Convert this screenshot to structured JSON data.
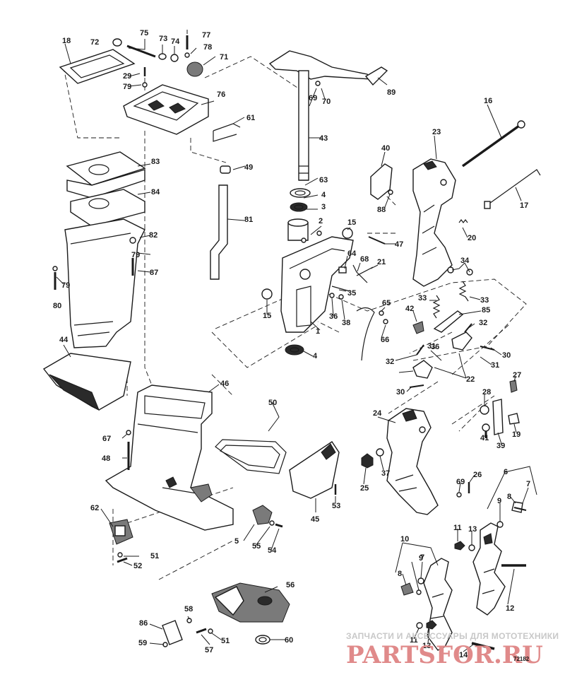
{
  "diagram": {
    "drawing_number": "72182",
    "watermark": {
      "line1": "ЗАПЧАСТИ И АКСЕССУАРЫ ДЛЯ МОТОТЕХНИКИ",
      "line2": "PARTSFOR.RU"
    },
    "callouts": [
      {
        "n": "1"
      },
      {
        "n": "2"
      },
      {
        "n": "3"
      },
      {
        "n": "4"
      },
      {
        "n": "4"
      },
      {
        "n": "5"
      },
      {
        "n": "6"
      },
      {
        "n": "7"
      },
      {
        "n": "7"
      },
      {
        "n": "8"
      },
      {
        "n": "8"
      },
      {
        "n": "9"
      },
      {
        "n": "9"
      },
      {
        "n": "10"
      },
      {
        "n": "11"
      },
      {
        "n": "11"
      },
      {
        "n": "12"
      },
      {
        "n": "13"
      },
      {
        "n": "13"
      },
      {
        "n": "14"
      },
      {
        "n": "15"
      },
      {
        "n": "15"
      },
      {
        "n": "16"
      },
      {
        "n": "17"
      },
      {
        "n": "18"
      },
      {
        "n": "19"
      },
      {
        "n": "20"
      },
      {
        "n": "21"
      },
      {
        "n": "22"
      },
      {
        "n": "23"
      },
      {
        "n": "24"
      },
      {
        "n": "25"
      },
      {
        "n": "26"
      },
      {
        "n": "27"
      },
      {
        "n": "28"
      },
      {
        "n": "29"
      },
      {
        "n": "30"
      },
      {
        "n": "30"
      },
      {
        "n": "31"
      },
      {
        "n": "31"
      },
      {
        "n": "32"
      },
      {
        "n": "32"
      },
      {
        "n": "33"
      },
      {
        "n": "33"
      },
      {
        "n": "34"
      },
      {
        "n": "35"
      },
      {
        "n": "36"
      },
      {
        "n": "36"
      },
      {
        "n": "37"
      },
      {
        "n": "38"
      },
      {
        "n": "39"
      },
      {
        "n": "40"
      },
      {
        "n": "41"
      },
      {
        "n": "42"
      },
      {
        "n": "43"
      },
      {
        "n": "44"
      },
      {
        "n": "45"
      },
      {
        "n": "46"
      },
      {
        "n": "47"
      },
      {
        "n": "48"
      },
      {
        "n": "49"
      },
      {
        "n": "50"
      },
      {
        "n": "51"
      },
      {
        "n": "51"
      },
      {
        "n": "52"
      },
      {
        "n": "53"
      },
      {
        "n": "54"
      },
      {
        "n": "55"
      },
      {
        "n": "56"
      },
      {
        "n": "57"
      },
      {
        "n": "58"
      },
      {
        "n": "59"
      },
      {
        "n": "60"
      },
      {
        "n": "61"
      },
      {
        "n": "62"
      },
      {
        "n": "63"
      },
      {
        "n": "64"
      },
      {
        "n": "65"
      },
      {
        "n": "66"
      },
      {
        "n": "67"
      },
      {
        "n": "68"
      },
      {
        "n": "69"
      },
      {
        "n": "69"
      },
      {
        "n": "70"
      },
      {
        "n": "71"
      },
      {
        "n": "72"
      },
      {
        "n": "73"
      },
      {
        "n": "74"
      },
      {
        "n": "75"
      },
      {
        "n": "76"
      },
      {
        "n": "77"
      },
      {
        "n": "78"
      },
      {
        "n": "79"
      },
      {
        "n": "79"
      },
      {
        "n": "79"
      },
      {
        "n": "80"
      },
      {
        "n": "81"
      },
      {
        "n": "82"
      },
      {
        "n": "83"
      },
      {
        "n": "84"
      },
      {
        "n": "85"
      },
      {
        "n": "86"
      },
      {
        "n": "87"
      },
      {
        "n": "88"
      },
      {
        "n": "89"
      }
    ]
  }
}
